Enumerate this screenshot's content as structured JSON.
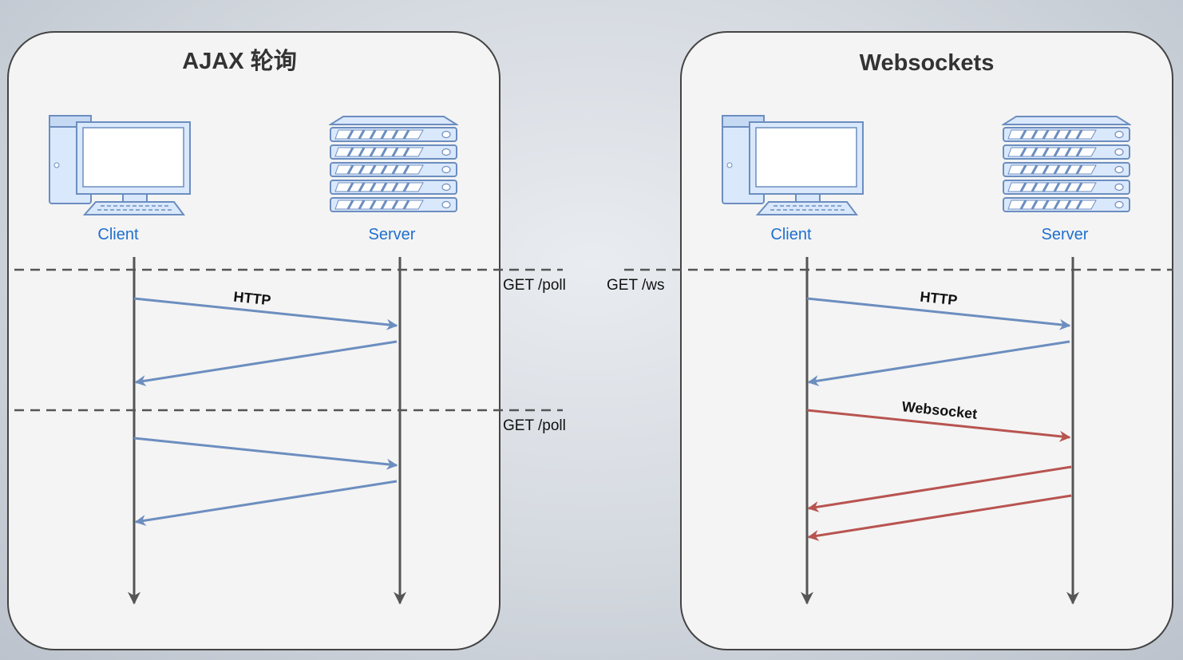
{
  "panels": {
    "ajax": {
      "title": "AJAX 轮询",
      "client_label": "Client",
      "server_label": "Server",
      "http_label": "HTTP",
      "requests": [
        "GET /poll",
        "GET /poll"
      ]
    },
    "websockets": {
      "title": "Websockets",
      "client_label": "Client",
      "server_label": "Server",
      "http_label": "HTTP",
      "ws_label": "Websocket",
      "request": "GET /ws"
    }
  },
  "colors": {
    "http_arrow": "#6c8ebf",
    "websocket_arrow": "#b85450",
    "lifeline": "#555555",
    "node_label": "#1f6fce",
    "panel_fill": "#f4f4f4",
    "panel_stroke": "#444444",
    "icon_fill": "#dae8fc",
    "icon_stroke": "#6c8ebf"
  },
  "icons": [
    "desktop-computer-icon",
    "rack-server-icon"
  ]
}
